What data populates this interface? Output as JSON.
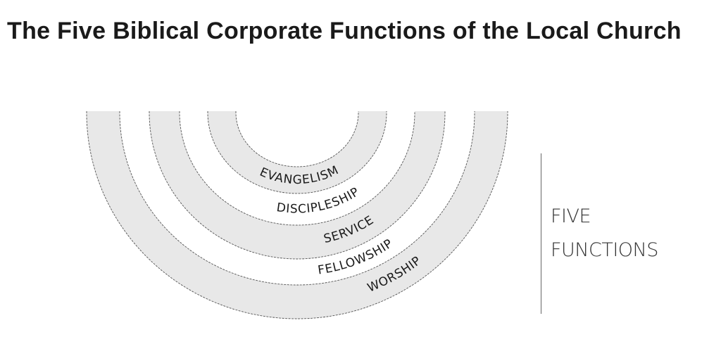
{
  "title": "The Five Biblical Corporate Functions of the Local Church",
  "diagram": {
    "rings": [
      "EVANGELISM",
      "DISCIPLESHIP",
      "SERVICE",
      "FELLOWSHIP",
      "WORSHIP"
    ],
    "side_label_line1": "FIVE",
    "side_label_line2": "FUNCTIONS",
    "band_color": "#e8e8e8"
  }
}
